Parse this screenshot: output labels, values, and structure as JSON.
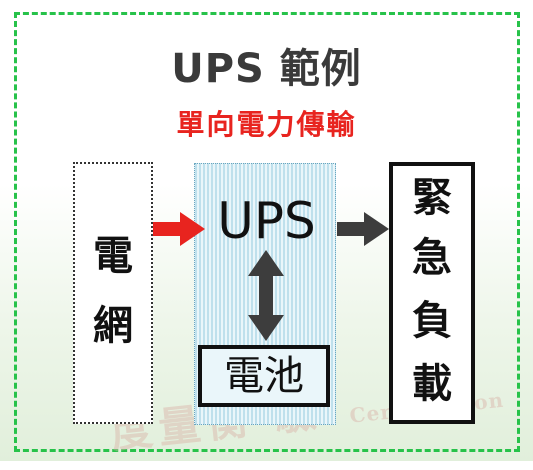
{
  "title": "UPS 範例",
  "subtitle": "單向電力傳輸",
  "grid_chars": [
    "電",
    "網"
  ],
  "ups_label": "UPS",
  "battery_label": "電池",
  "load_chars": [
    "緊",
    "急",
    "負",
    "載"
  ],
  "watermark": {
    "cn": "度量衡",
    "suffix": "驗",
    "en": "Certification"
  },
  "colors": {
    "arrow_in": "#e8241f",
    "arrow_out": "#3d3d3d",
    "frame": "#27c24a",
    "subtitle": "#e8241f"
  }
}
